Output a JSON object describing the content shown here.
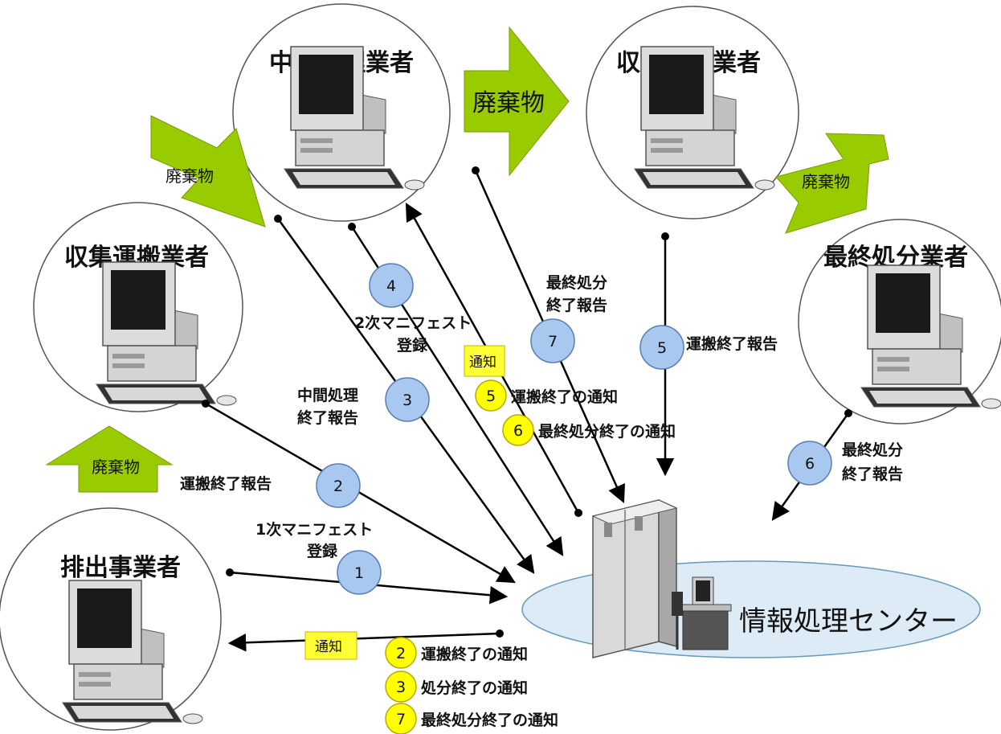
{
  "colors": {
    "blue_badge": "#a9c8f0",
    "yellow_badge": "#ffff00",
    "green_arrow": "#99cc00",
    "notice_box": "#ffff33",
    "center_ellipse": "#dcebf5",
    "line": "#000000"
  },
  "icons": [
    "computer-terminal-icon",
    "server-cabinet-icon",
    "operator-desk-icon"
  ],
  "nodes": {
    "discharger": "排出事業者",
    "collector_1": "収集運搬業者",
    "intermediate": "中間処理業者",
    "collector_2": "収集運搬業者",
    "final_disposal": "最終処分業者",
    "center": "情報処理センター"
  },
  "waste_arrows": [
    "廃棄物",
    "廃棄物",
    "廃棄物",
    "廃棄物"
  ],
  "notice_labels": [
    "通知",
    "通知"
  ],
  "messages": {
    "m1": {
      "num": "1",
      "line1": "1次マニフェスト",
      "line2": "登録"
    },
    "m2": {
      "num": "2",
      "line1": "運搬終了報告"
    },
    "m3": {
      "num": "3",
      "line1": "中間処理",
      "line2": "終了報告"
    },
    "m4": {
      "num": "4",
      "line1": "2次マニフェスト",
      "line2": "登録"
    },
    "m5": {
      "num": "5",
      "line1": "運搬終了報告"
    },
    "m6": {
      "num": "6",
      "line1": "最終処分",
      "line2": "終了報告"
    },
    "m7": {
      "num": "7",
      "line1": "最終処分",
      "line2": "終了報告"
    }
  },
  "notices_intermediate": [
    {
      "num": "5",
      "text": "運搬終了の通知"
    },
    {
      "num": "6",
      "text": "最終処分終了の通知"
    }
  ],
  "notices_discharger": [
    {
      "num": "2",
      "text": "運搬終了の通知"
    },
    {
      "num": "3",
      "text": "処分終了の通知"
    },
    {
      "num": "7",
      "text": "最終処分終了の通知"
    }
  ]
}
